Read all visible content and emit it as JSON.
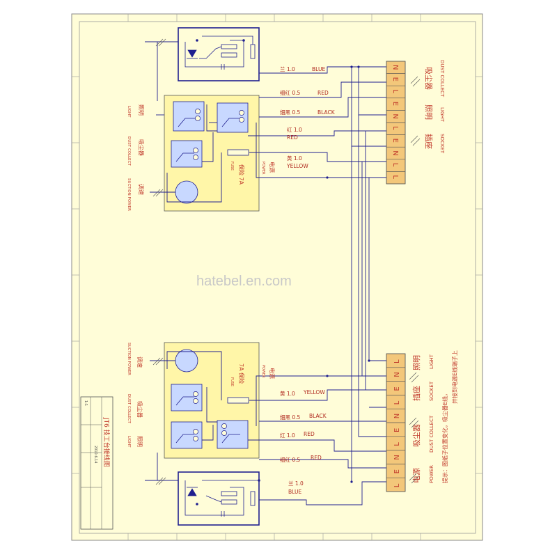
{
  "colors": {
    "paper": "#fffdd8",
    "wire": "#1f1f8f",
    "box": "#fff6a8",
    "label": "#c0392b",
    "terminal": "#f3c77a"
  },
  "watermark": "hatebel.en.com",
  "top_block": {
    "terminals": [
      "N",
      "E",
      "L",
      "E",
      "N",
      "L",
      "E",
      "N",
      "L",
      "L"
    ],
    "wires": [
      {
        "cn": "兰 1.0",
        "en": "BLUE"
      },
      {
        "cn": "细红 0.5",
        "en": "RED"
      },
      {
        "cn": "细黑 0.5",
        "en": "BLACK"
      },
      {
        "cn": "红 1.0",
        "en": "RED"
      },
      {
        "cn": "黄 1.0",
        "en": "YELLOW"
      }
    ],
    "groups": [
      {
        "cn": "吸尘器",
        "en": "DUST COLLECT"
      },
      {
        "cn": "照明",
        "en": "LIGHT"
      },
      {
        "cn": "插座",
        "en": "SOCKET"
      }
    ],
    "panel_labels": [
      {
        "cn": "照明",
        "en": "LIGHT"
      },
      {
        "cn": "吸尘器",
        "en": "DUST COLLECT"
      },
      {
        "cn": "调速",
        "en": "SUCTION POWER"
      }
    ],
    "fuse": {
      "cn": "保险 7A",
      "en": "FUSE"
    },
    "power": {
      "cn": "电源",
      "en": "POWER"
    }
  },
  "bottom_block": {
    "terminals": [
      "L",
      "N",
      "E",
      "L",
      "N",
      "E",
      "L",
      "N",
      "E",
      "L"
    ],
    "wires": [
      {
        "cn": "黄 1.0",
        "en": "YELLOW"
      },
      {
        "cn": "细黑 0.5",
        "en": "BLACK"
      },
      {
        "cn": "红 1.0",
        "en": "RED"
      },
      {
        "cn": "细红 0.5",
        "en": "RED"
      },
      {
        "cn": "兰 1.0",
        "en": "BLUE"
      }
    ],
    "groups": [
      {
        "cn": "照明",
        "en": "LIGHT"
      },
      {
        "cn": "插座",
        "en": "SOCKET"
      },
      {
        "cn": "吸尘器",
        "en": "DUST COLLECT"
      },
      {
        "cn": "电源",
        "en": "POWER"
      }
    ],
    "panel_labels": [
      {
        "cn": "调速",
        "en": "SUCTION POWER"
      },
      {
        "cn": "吸尘器",
        "en": "DUST COLLECT"
      },
      {
        "cn": "照明",
        "en": "LIGHT"
      }
    ],
    "fuse": {
      "cn": "7A 保险",
      "en": "FUSE"
    },
    "power": {
      "cn": "电源",
      "en": "POWER"
    },
    "note_lines": [
      "提示：图纸子位置变化，吸尘器E线，",
      "并接到电源E线端子上"
    ]
  },
  "title_block": {
    "title": "JT6 技工台接线图",
    "date": "2010.6.14",
    "scale": "1:1"
  }
}
